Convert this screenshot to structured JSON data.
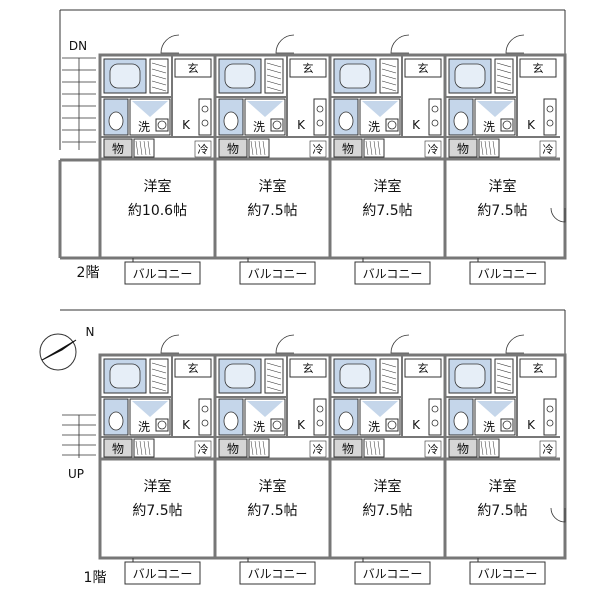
{
  "compass": {
    "north_label": "N"
  },
  "stairs": {
    "down_label": "DN",
    "up_label": "UP"
  },
  "floors": [
    {
      "floor_label": "2階",
      "units": [
        {
          "room_label": "洋室",
          "room_size": "約10.6帖",
          "balcony_label": "バルコニー",
          "bath_label": "洗",
          "kitchen_label": "K",
          "storage_label": "物",
          "fridge_label": "冷",
          "entrance_label": "玄"
        },
        {
          "room_label": "洋室",
          "room_size": "約7.5帖",
          "balcony_label": "バルコニー",
          "bath_label": "洗",
          "kitchen_label": "K",
          "storage_label": "物",
          "fridge_label": "冷",
          "entrance_label": "玄"
        },
        {
          "room_label": "洋室",
          "room_size": "約7.5帖",
          "balcony_label": "バルコニー",
          "bath_label": "洗",
          "kitchen_label": "K",
          "storage_label": "物",
          "fridge_label": "冷",
          "entrance_label": "玄"
        },
        {
          "room_label": "洋室",
          "room_size": "約7.5帖",
          "balcony_label": "バルコニー",
          "bath_label": "洗",
          "kitchen_label": "K",
          "storage_label": "物",
          "fridge_label": "冷",
          "entrance_label": "玄"
        }
      ]
    },
    {
      "floor_label": "1階",
      "units": [
        {
          "room_label": "洋室",
          "room_size": "約7.5帖",
          "balcony_label": "バルコニー",
          "bath_label": "洗",
          "kitchen_label": "K",
          "storage_label": "物",
          "fridge_label": "冷",
          "entrance_label": "玄"
        },
        {
          "room_label": "洋室",
          "room_size": "約7.5帖",
          "balcony_label": "バルコニー",
          "bath_label": "洗",
          "kitchen_label": "K",
          "storage_label": "物",
          "fridge_label": "冷",
          "entrance_label": "玄"
        },
        {
          "room_label": "洋室",
          "room_size": "約7.5帖",
          "balcony_label": "バルコニー",
          "bath_label": "洗",
          "kitchen_label": "K",
          "storage_label": "物",
          "fridge_label": "冷",
          "entrance_label": "玄"
        },
        {
          "room_label": "洋室",
          "room_size": "約7.5帖",
          "balcony_label": "バルコニー",
          "bath_label": "洗",
          "kitchen_label": "K",
          "storage_label": "物",
          "fridge_label": "冷",
          "entrance_label": "玄"
        }
      ]
    }
  ],
  "colors": {
    "wall": "#777777",
    "fixture": "#c5d6ea",
    "fill": "#e8e8e8",
    "line": "#333333"
  }
}
